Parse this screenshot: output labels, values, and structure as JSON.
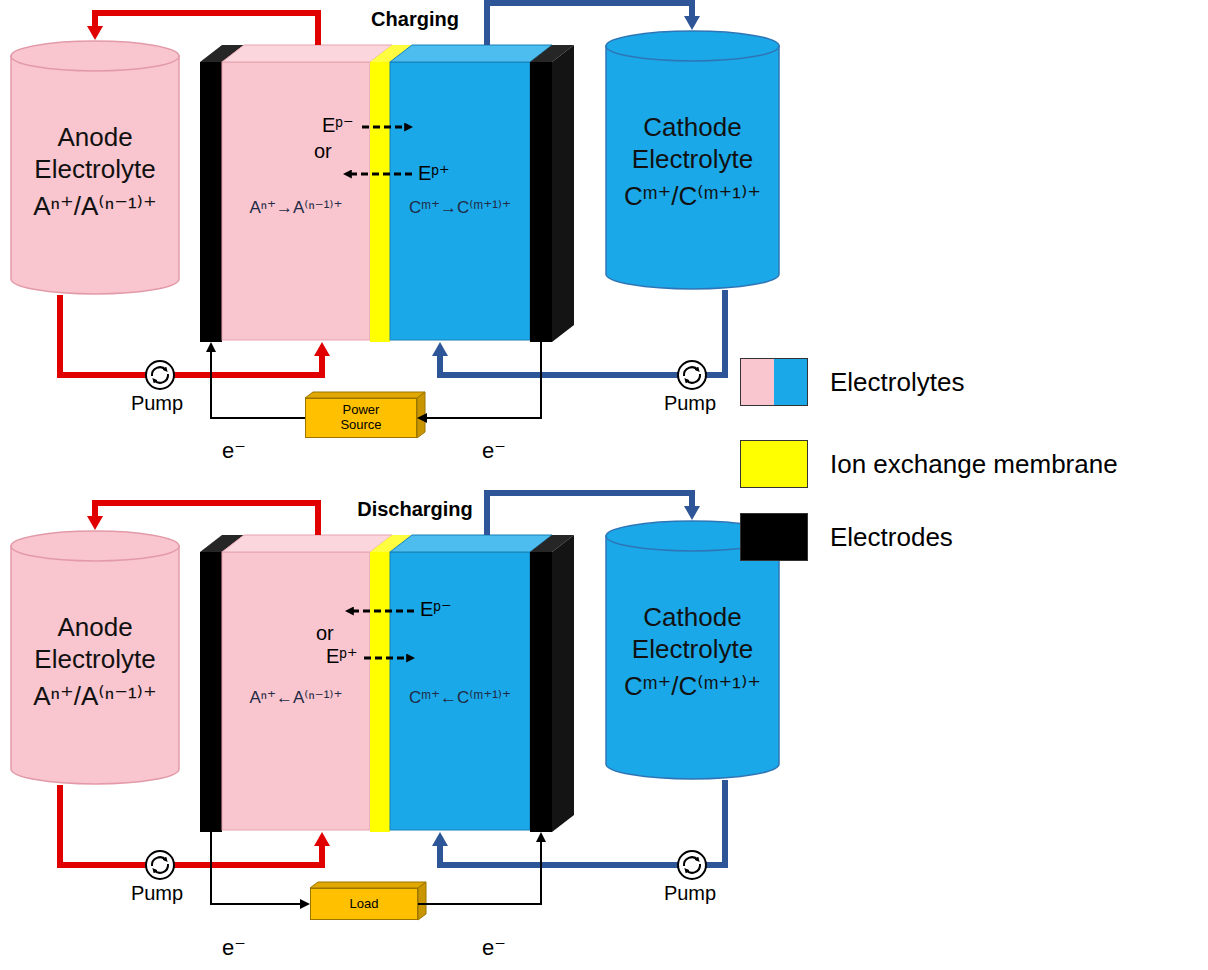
{
  "diagram": {
    "nodes": [
      {
        "text": [
          "Anode Electrolyte",
          "Aⁿ⁺/A⁽ⁿ⁻¹⁾⁺"
        ]
      },
      {
        "text": [
          "Aⁿ⁺→A⁽ⁿ⁻¹⁾⁺"
        ]
      },
      {
        "text": [
          "Cᵐ⁺→C⁽ᵐ⁺¹⁾⁺"
        ]
      },
      {
        "text": [
          "Cathode Electrolyte",
          "Cᵐ⁺/C⁽ᵐ⁺¹⁾⁺"
        ]
      },
      {
        "text": [
          "Power Source"
        ]
      },
      {
        "text": [
          "Anode Electrolyte",
          "Aⁿ⁺/A⁽ⁿ⁻¹⁾⁺"
        ]
      },
      {
        "text": [
          "Aⁿ⁺←A⁽ⁿ⁻¹⁾⁺"
        ]
      },
      {
        "text": [
          "Cᵐ⁺←C⁽ᵐ⁺¹⁾⁺"
        ]
      },
      {
        "text": [
          "Cathode Electrolyte",
          "Cᵐ⁺/C⁽ᵐ⁺¹⁾⁺"
        ]
      },
      {
        "text": [
          "Load"
        ]
      }
    ],
    "edges": [
      {
        "from": 1,
        "to": 0,
        "arrow": "to"
      },
      {
        "from": 0,
        "to": 1,
        "arrow": "to"
      },
      {
        "from": 2,
        "to": 3,
        "arrow": "to"
      },
      {
        "from": 3,
        "to": 2,
        "arrow": "to"
      },
      {
        "from": 4,
        "to": 1,
        "arrow": "to"
      },
      {
        "from": 2,
        "to": 4,
        "arrow": "to"
      },
      {
        "from": 6,
        "to": 5,
        "arrow": "to"
      },
      {
        "from": 5,
        "to": 6,
        "arrow": "to"
      },
      {
        "from": 7,
        "to": 8,
        "arrow": "to"
      },
      {
        "from": 8,
        "to": 7,
        "arrow": "to"
      },
      {
        "from": 6,
        "to": 9,
        "arrow": "to"
      },
      {
        "from": 9,
        "to": 7,
        "arrow": "to"
      }
    ],
    "labels": [
      "Charging",
      "Eᵖ⁻",
      "or",
      "Eᵖ⁺",
      "Pump",
      "Pump",
      "e⁻",
      "e⁻",
      "Discharging",
      "Eᵖ⁻",
      "or",
      "Eᵖ⁺",
      "Pump",
      "Pump",
      "e⁻",
      "e⁻"
    ],
    "legend": [
      {
        "text": "Electrolytes",
        "color": "#f9c5cf"
      },
      {
        "text": "Ion exchange membrane",
        "color": "#ffff00"
      },
      {
        "text": "Electrodes",
        "color": "#000000"
      }
    ]
  }
}
